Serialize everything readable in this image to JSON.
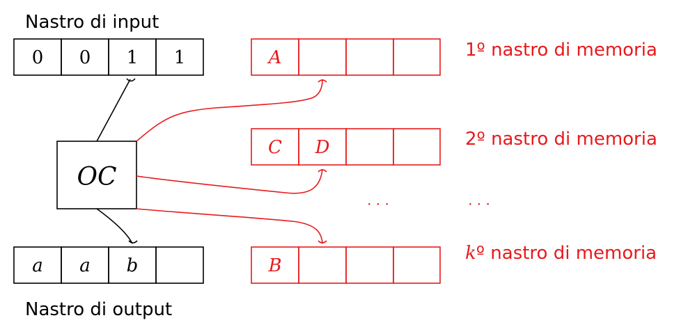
{
  "colors": {
    "black": "#000000",
    "memory": "#e8191c"
  },
  "input_tape": {
    "title": "Nastro di input",
    "cells": [
      "0",
      "0",
      "1",
      "1"
    ]
  },
  "output_tape": {
    "title": "Nastro di output",
    "cells": [
      "a",
      "a",
      "b",
      ""
    ]
  },
  "control_unit": {
    "label": "OC"
  },
  "memory_tapes": [
    {
      "label_prefix": "1",
      "label_suffix": "º nastro di memoria",
      "cells": [
        "A",
        "",
        "",
        ""
      ]
    },
    {
      "label_prefix": "2",
      "label_suffix": "º nastro di memoria",
      "cells": [
        "C",
        "D",
        "",
        ""
      ]
    },
    {
      "label_prefix": "k",
      "label_suffix": "º nastro di memoria",
      "cells": [
        "B",
        "",
        "",
        ""
      ]
    }
  ],
  "ellipsis": {
    "tapes": "· · ·",
    "labels": "· · ·"
  }
}
